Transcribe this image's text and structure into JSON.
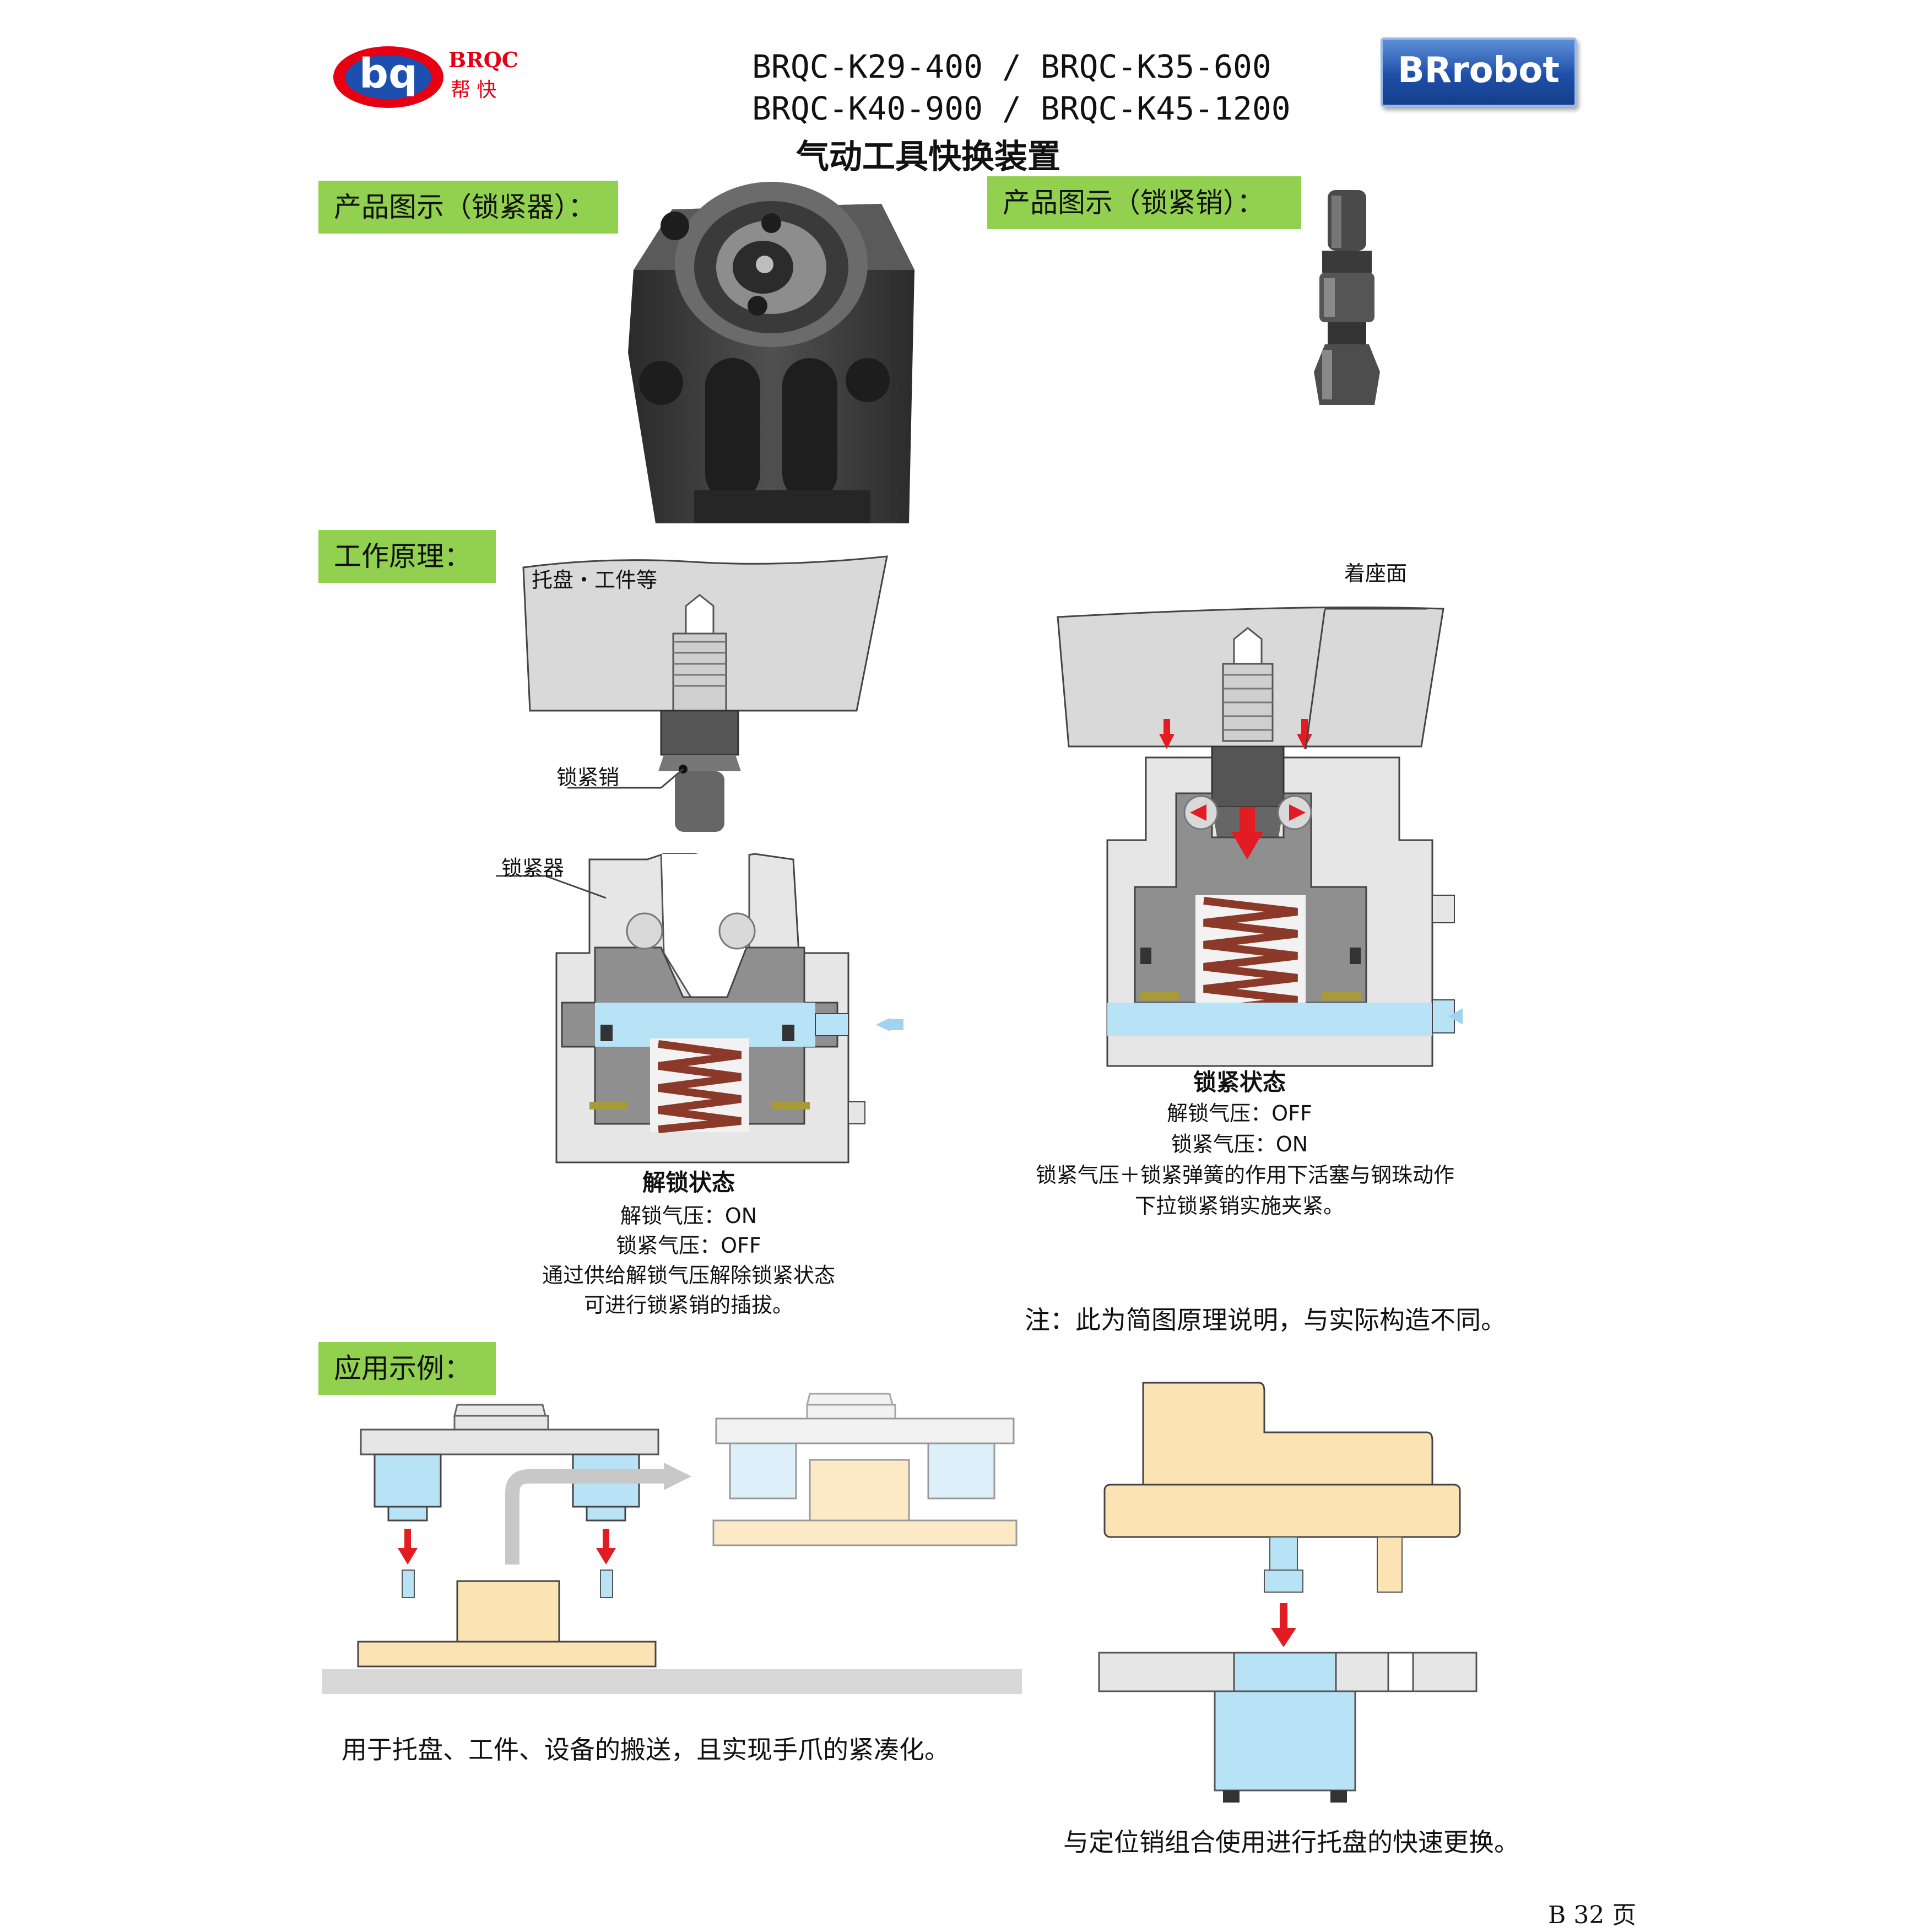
{
  "header": {
    "logo_letters": "bq",
    "logo_brand": "BRQC",
    "logo_cn": "帮 快",
    "models_line1": "BRQC-K29-400 / BRQC-K35-600",
    "models_line2": "BRQC-K40-900 / BRQC-K45-1200",
    "subtitle": "气动工具快换装置",
    "badge": "BRrobot"
  },
  "sections": {
    "product_locker": "产品图示（锁紧器）：",
    "product_pin": "产品图示（锁紧销）：",
    "principle": "工作原理：",
    "application": "应用示例："
  },
  "principle": {
    "label_pallet": "托盘・工件等",
    "label_pin": "锁紧销",
    "label_locker": "锁紧器",
    "label_seat": "着座面",
    "unlock": {
      "title": "解锁状态",
      "line1": "解锁气压：ON",
      "line2": "锁紧气压：OFF",
      "line3": "通过供给解锁气压解除锁紧状态",
      "line4": "可进行锁紧销的插拔。"
    },
    "lock": {
      "title": "锁紧状态",
      "line1": "解锁气压：OFF",
      "line2": "锁紧气压：ON",
      "line3": "锁紧气压＋锁紧弹簧的作用下活塞与钢珠动作",
      "line4": "下拉锁紧销实施夹紧。"
    },
    "note": "注：此为简图原理说明，与实际构造不同。"
  },
  "application": {
    "caption_left": "用于托盘、工件、设备的搬送，且实现手爪的紧凑化。",
    "caption_right": "与定位销组合使用进行托盘的快速更换。"
  },
  "footer": {
    "page": "B 32 页"
  },
  "colors": {
    "section_bg": "#92d050",
    "logo_red": "#e60012",
    "logo_blue": "#1d4fb0",
    "arrow_red": "#e31b23",
    "air_blue": "#b8e2f5",
    "spring": "#8b3a2a",
    "pallet": "#fbe3b4"
  }
}
